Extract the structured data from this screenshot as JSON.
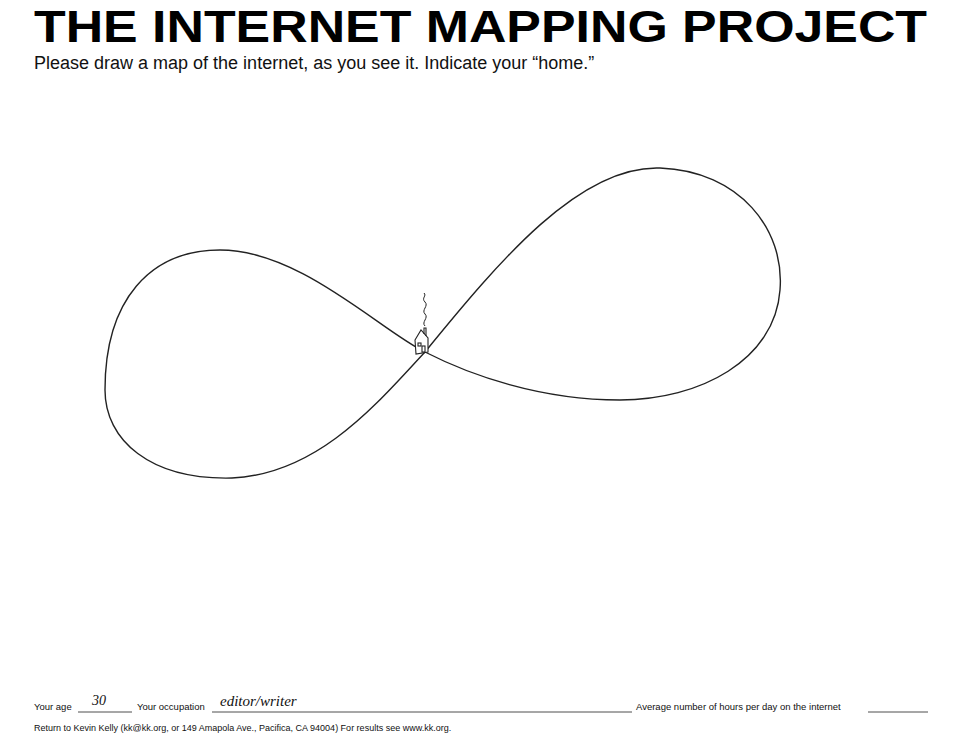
{
  "diagram": {
    "title": "THE INTERNET MAPPING PROJECT",
    "labels": [
      "Please draw a map of the internet, as you see it. Indicate your “home.”",
      "Your age",
      "30",
      "Your occupation",
      "editor/writer",
      "Average number of hours per day on the internet",
      "Return to Kevin Kelly (kk@kk.org, or 149 Amapola Ave., Pacifica, CA 94004) For results see www.kk.org."
    ]
  }
}
